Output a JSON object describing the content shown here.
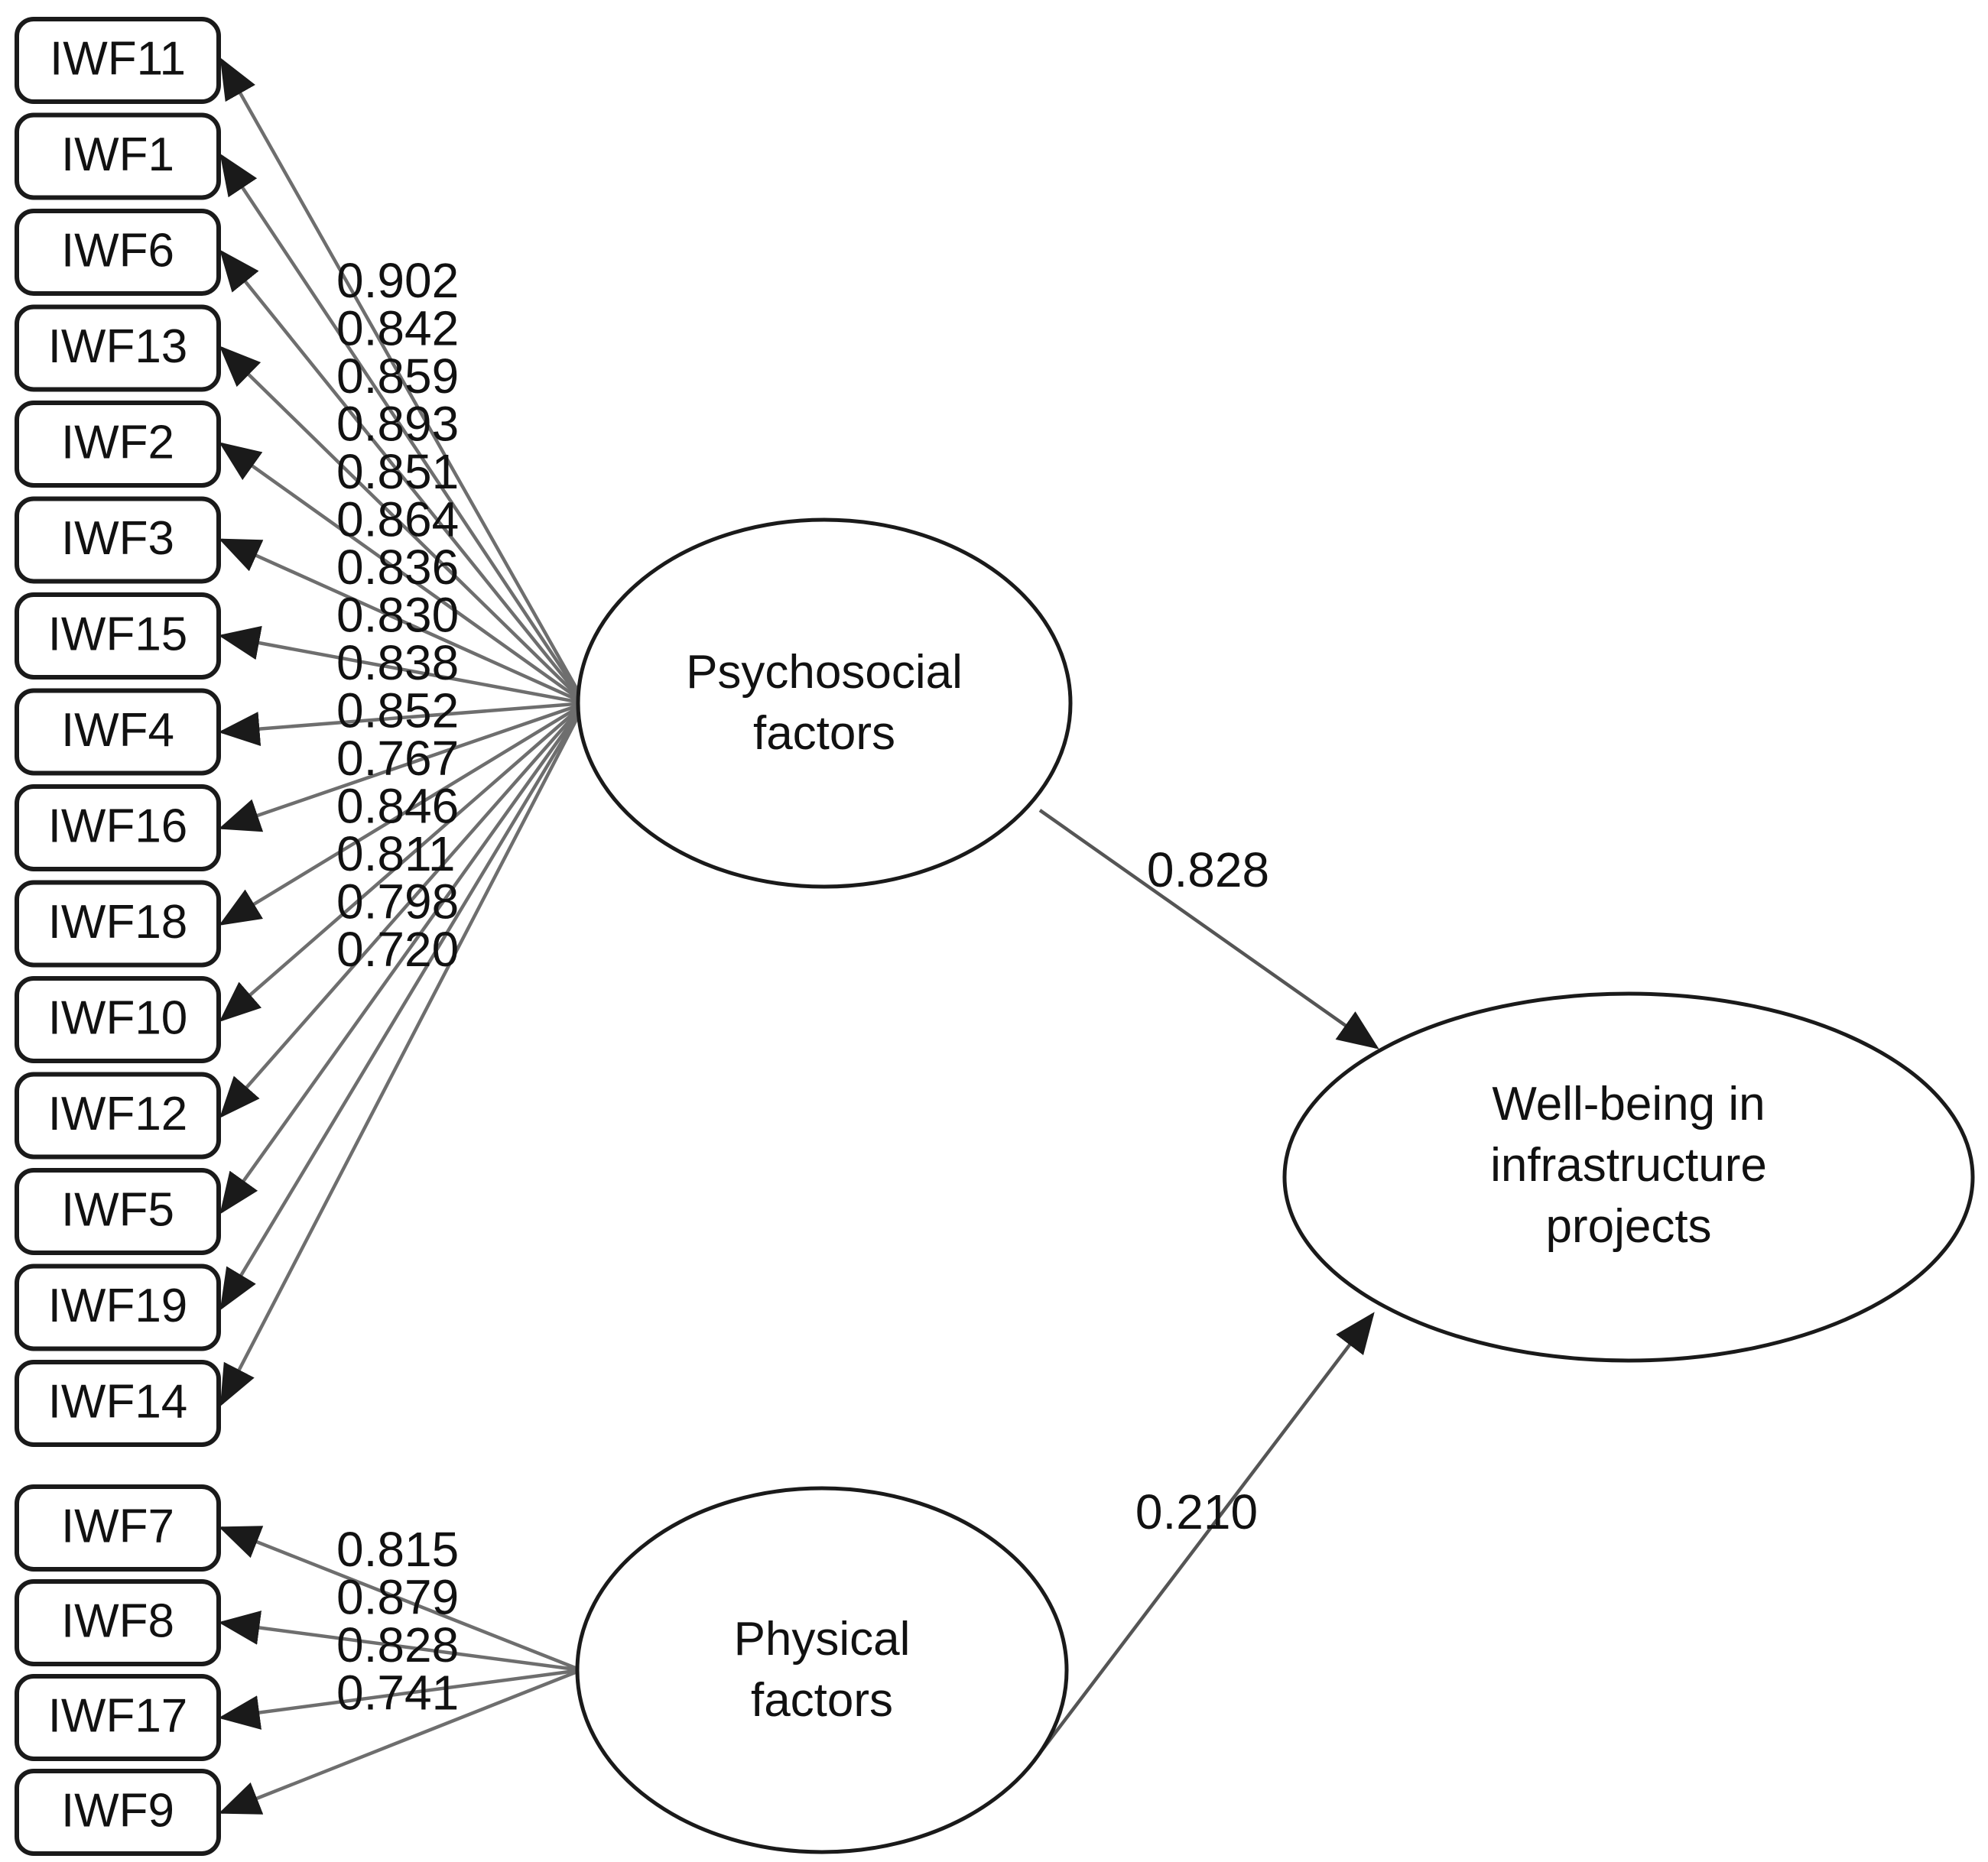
{
  "diagram": {
    "title": "Structural equation model of well-being in infrastructure projects",
    "type": "sem-path-diagram",
    "background_color": "#ffffff",
    "line_color": "#1a1a1a",
    "arrow_color": "#6e6e6e"
  },
  "latents": [
    {
      "id": "psychosocial",
      "label_line1": "Psychosocial",
      "label_line2": "factors",
      "label_line3": ""
    },
    {
      "id": "physical",
      "label_line1": "Physical",
      "label_line2": "factors",
      "label_line3": ""
    },
    {
      "id": "wellbeing",
      "label_line1": "Well-being in",
      "label_line2": "infrastructure",
      "label_line3": "projects"
    }
  ],
  "psychosocial_indicators": [
    {
      "name": "IWF11",
      "loading": "0.902"
    },
    {
      "name": "IWF1",
      "loading": "0.842"
    },
    {
      "name": "IWF6",
      "loading": "0.859"
    },
    {
      "name": "IWF13",
      "loading": "0.893"
    },
    {
      "name": "IWF2",
      "loading": "0.851"
    },
    {
      "name": "IWF3",
      "loading": "0.864"
    },
    {
      "name": "IWF15",
      "loading": "0.836"
    },
    {
      "name": "IWF4",
      "loading": "0.830"
    },
    {
      "name": "IWF16",
      "loading": "0.838"
    },
    {
      "name": "IWF18",
      "loading": "0.852"
    },
    {
      "name": "IWF10",
      "loading": "0.767"
    },
    {
      "name": "IWF12",
      "loading": "0.846"
    },
    {
      "name": "IWF5",
      "loading": "0.811"
    },
    {
      "name": "IWF19",
      "loading": "0.798"
    },
    {
      "name": "IWF14",
      "loading": "0.720"
    }
  ],
  "physical_indicators": [
    {
      "name": "IWF7",
      "loading": "0.815"
    },
    {
      "name": "IWF8",
      "loading": "0.879"
    },
    {
      "name": "IWF17",
      "loading": "0.828"
    },
    {
      "name": "IWF9",
      "loading": "0.741"
    }
  ],
  "structural_paths": [
    {
      "from": "psychosocial",
      "to": "wellbeing",
      "coefficient": "0.828"
    },
    {
      "from": "physical",
      "to": "wellbeing",
      "coefficient": "0.210"
    }
  ],
  "chart_data": {
    "type": "diagram",
    "title": "SEM path diagram: psychosocial and physical factors predicting well-being in infrastructure projects",
    "nodes": [
      {
        "id": "psychosocial",
        "kind": "latent",
        "label": "Psychosocial factors"
      },
      {
        "id": "physical",
        "kind": "latent",
        "label": "Physical factors"
      },
      {
        "id": "wellbeing",
        "kind": "latent",
        "label": "Well-being in infrastructure projects"
      }
    ],
    "measurement_model": {
      "psychosocial": [
        {
          "indicator": "IWF11",
          "loading": 0.902
        },
        {
          "indicator": "IWF1",
          "loading": 0.842
        },
        {
          "indicator": "IWF6",
          "loading": 0.859
        },
        {
          "indicator": "IWF13",
          "loading": 0.893
        },
        {
          "indicator": "IWF2",
          "loading": 0.851
        },
        {
          "indicator": "IWF3",
          "loading": 0.864
        },
        {
          "indicator": "IWF15",
          "loading": 0.836
        },
        {
          "indicator": "IWF4",
          "loading": 0.83
        },
        {
          "indicator": "IWF16",
          "loading": 0.838
        },
        {
          "indicator": "IWF18",
          "loading": 0.852
        },
        {
          "indicator": "IWF10",
          "loading": 0.767
        },
        {
          "indicator": "IWF12",
          "loading": 0.846
        },
        {
          "indicator": "IWF5",
          "loading": 0.811
        },
        {
          "indicator": "IWF19",
          "loading": 0.798
        },
        {
          "indicator": "IWF14",
          "loading": 0.72
        }
      ],
      "physical": [
        {
          "indicator": "IWF7",
          "loading": 0.815
        },
        {
          "indicator": "IWF8",
          "loading": 0.879
        },
        {
          "indicator": "IWF17",
          "loading": 0.828
        },
        {
          "indicator": "IWF9",
          "loading": 0.741
        }
      ]
    },
    "structural_model": [
      {
        "from": "psychosocial",
        "to": "wellbeing",
        "estimate": 0.828
      },
      {
        "from": "physical",
        "to": "wellbeing",
        "estimate": 0.21
      }
    ]
  }
}
